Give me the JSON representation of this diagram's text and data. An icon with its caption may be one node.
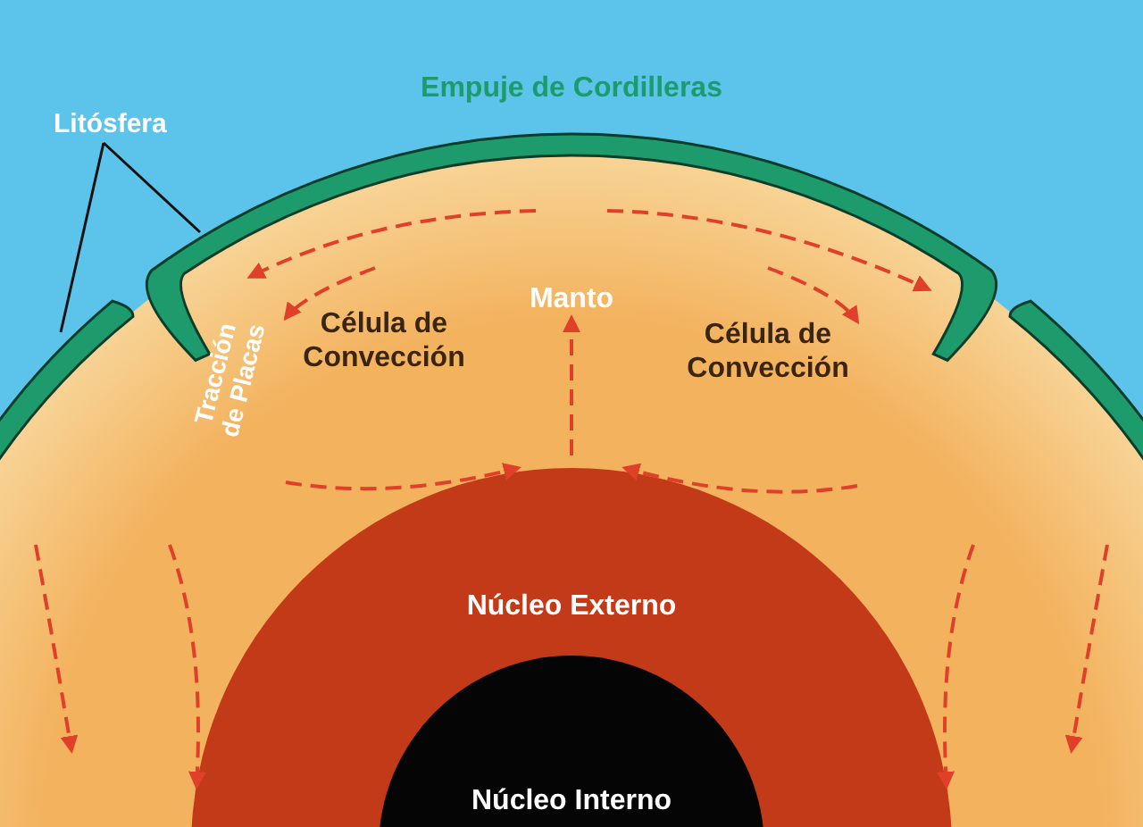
{
  "diagram": {
    "nodes": [
      {
        "text": [
          "Litósfera"
        ]
      },
      {
        "text": [],
        "shape": "bar",
        "in": 4
      },
      {
        "text": [],
        "shape": "bar"
      },
      {
        "text": [],
        "shape": "bar",
        "in": 4
      },
      {
        "text": [
          "Manto"
        ]
      },
      {
        "text": [
          "Núcleo Externo"
        ],
        "in": 4
      },
      {
        "text": [
          "Núcleo Interno"
        ],
        "in": 5
      }
    ],
    "edges": [
      {
        "from": 0,
        "to": 1,
        "arrow": "none"
      },
      {
        "from": 0,
        "to": 2,
        "arrow": "none"
      }
    ],
    "labels": [
      "Empuje de Cordilleras",
      "Célula de Convección",
      "Célula de Convección",
      "Tracción de Placas"
    ]
  }
}
